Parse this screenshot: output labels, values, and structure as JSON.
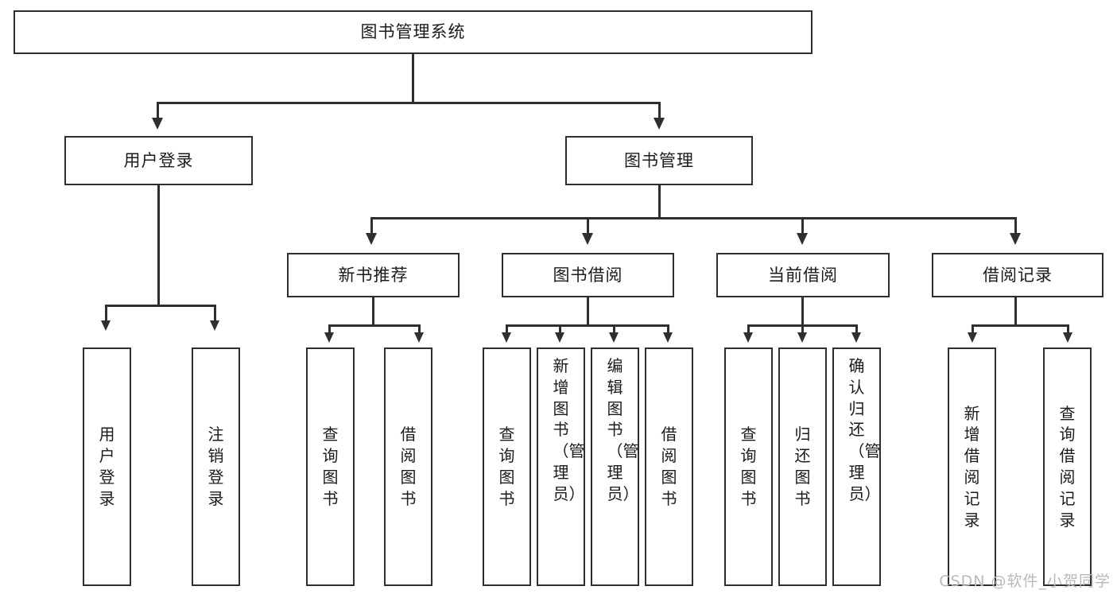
{
  "diagram": {
    "title": "图书管理系统",
    "type": "tree",
    "style": {
      "box_border": "#2f2f2f",
      "box_fill": "#ffffff",
      "text": "#1b1b1b",
      "connector": "#2f2f2f"
    },
    "root": {
      "label": "图书管理系统"
    },
    "level2": [
      {
        "label": "用户登录"
      },
      {
        "label": "图书管理"
      }
    ],
    "level3": [
      {
        "label": "新书推荐"
      },
      {
        "label": "图书借阅"
      },
      {
        "label": "当前借阅"
      },
      {
        "label": "借阅记录"
      }
    ],
    "leaves": {
      "user_login": [
        {
          "label": "用户登录"
        },
        {
          "label": "注销登录"
        }
      ],
      "new_book_recommend": [
        {
          "label": "查询图书"
        },
        {
          "label": "借阅图书"
        }
      ],
      "book_borrow": [
        {
          "label": "查询图书"
        },
        {
          "label": "新增图书（管理员）"
        },
        {
          "label": "编辑图书（管理员）"
        },
        {
          "label": "借阅图书"
        }
      ],
      "current_borrow": [
        {
          "label": "查询图书"
        },
        {
          "label": "归还图书"
        },
        {
          "label": "确认归还（管理员）"
        }
      ],
      "borrow_record": [
        {
          "label": "新增借阅记录"
        },
        {
          "label": "查询借阅记录"
        }
      ]
    }
  },
  "watermark": {
    "text": "CSDN @软件_小贺同学"
  }
}
